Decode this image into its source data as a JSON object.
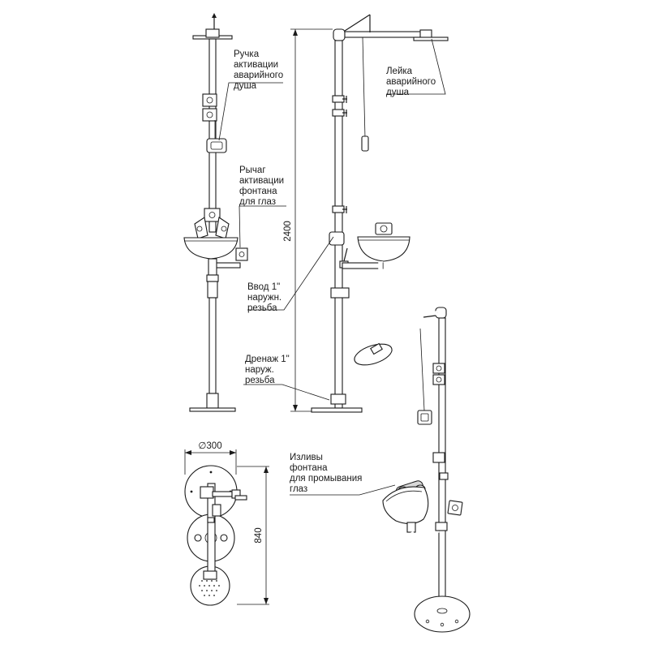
{
  "labels": {
    "shower_handle": [
      "Ручка",
      "активации",
      "аварийного",
      "душа"
    ],
    "shower_head": [
      "Лейка",
      "аварийного",
      "душа"
    ],
    "eyewash_lever": [
      "Рычаг",
      "активации",
      "фонтана",
      "для глаз"
    ],
    "inlet": [
      "Ввод 1\"",
      "наружн.",
      "резьба"
    ],
    "drain": [
      "Дренаж 1\"",
      "наруж.",
      "резьба"
    ],
    "eyewash_nozzles": [
      "Изливы",
      "фонтана",
      "для промывания",
      "глаз"
    ]
  },
  "dimensions": {
    "height": "2400",
    "diameter": "∅300",
    "depth": "840"
  }
}
